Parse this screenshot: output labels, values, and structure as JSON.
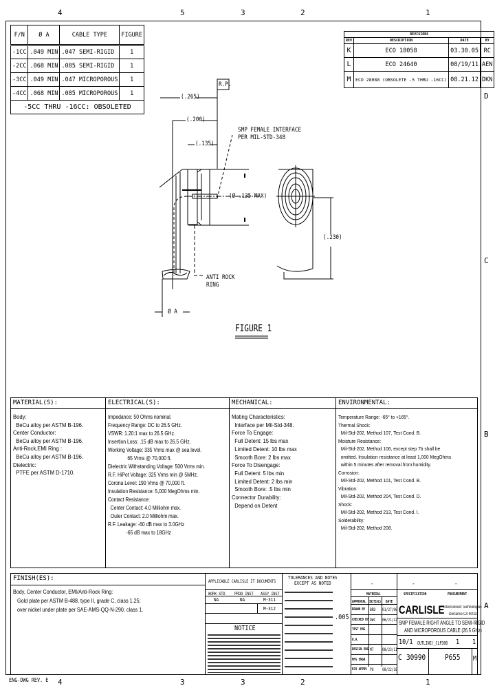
{
  "zones": {
    "top": [
      "4",
      "5",
      "3",
      "2",
      "1"
    ],
    "bottom": [
      "4",
      "3",
      "3",
      "2",
      "1"
    ],
    "right": [
      "D",
      "C",
      "B",
      "A"
    ]
  },
  "fn_table": {
    "headers": [
      "F/N",
      "Ø A",
      "CABLE TYPE",
      "FIGURE"
    ],
    "rows": [
      [
        "-1CC",
        ".049 MIN",
        ".047 SEMI-RIGID",
        "1"
      ],
      [
        "-2CC",
        ".068 MIN",
        ".085 SEMI-RIGID",
        "1"
      ],
      [
        "-3CC",
        ".049 MIN",
        ".047 MICROPOROUS",
        "1"
      ],
      [
        "-4CC",
        ".068 MIN",
        ".085 MICROPOROUS",
        "1"
      ]
    ],
    "footer": "-5CC THRU -16CC: OBSOLETED"
  },
  "revisions": {
    "title": "REVISIONS",
    "headers": [
      "REV",
      "DESCRIPTION",
      "DATE",
      "BY"
    ],
    "rows": [
      [
        "K",
        "ECO 18058",
        "03.30.05",
        "RC"
      ],
      [
        "L",
        "ECO 24640",
        "08/19/11",
        "AEN"
      ],
      [
        "M",
        "ECO 28088 (OBSOLETE -5 THRU -16CC)",
        "08.21.12",
        "DKN"
      ]
    ]
  },
  "figure": {
    "rp": "R.P.",
    "dim1": "(.265)",
    "dim2": "(.200)",
    "dim3": "(.135)",
    "interface": "SMP FEMALE INTERFACE\nPER MIL-STD-348",
    "dia_max": "(Ø .135 MAX)",
    "dim4": "(.230)",
    "anti_rock": "ANTI ROCK\nRING",
    "dia_a": "Ø A",
    "caption": "FIGURE 1"
  },
  "specs": {
    "material": {
      "title": "MATERIAL(S):",
      "body": "Body:\n  BeCu alloy per ASTM B-196.\nCenter Conductor:\n  BeCu alloy per ASTM B-196.\nAnti-Rock,EMI Ring :\n  BeCu alloy per ASTM B-196.\nDielectric:\n  PTFE per ASTM D-1710."
    },
    "electrical": {
      "title": "ELECTRICAL(S):",
      "body": "Impedance: 50 Ohms nominal.\nFrequency Range: DC to 26.5 GHz.\nVSWR: 1.20:1 max to 26.5 GHz.\nInsertion Loss: .15 dB max to 26.5 GHz.\nWorking Voltage: 335 Vrms max @ sea level.\n               65 Vrms @ 70,000 ft.\nDielectric Withstanding Voltage: 500 Vrms min.\nR.F. HiPot Voltage: 325 Vrms min @ 5MHz.\nCorona Level: 190 Vrms @ 70,000 ft.\nInsulation Resistance: 5,000 MegOhms min.\nContact Resistance:\n  Center Contact: 4.0 Milliohm max.\n  Outer Contact: 2.0 Milliohm max.\nR.F. Leakage: -60 dB max to 3.0GHz\n              -65 dB max to 18GHz"
    },
    "mechanical": {
      "title": "MECHANICAL:",
      "body": "Mating Characteristics:\n  Interface per Mil-Std-348.\nForce To Engage:\n  Full Detent: 15 lbs max\n  Limited Detent: 10 lbs max\n  Smooth Bore: 2 lbs max\nForce To Disengage:\n  Full Detent: 5 lbs min\n  Limited Detent: 2 lbs min\n  Smooth Bore: .5 lbs min\nConnector Durability:\n  Depend on Detent"
    },
    "environmental": {
      "title": "ENVIRONMENTAL:",
      "body": "Temperature Range: -65° to +165°.\nThermal Shock:\n  Mil-Std-202, Method 107, Test Cond. B.\nMoisture Resistance:\n  Mil-Std-202, Method 106, except step 7b shall be\n  omitted. Insulation resistance at least 1,000 MegOhms\n  within 5 minutes after removal from humidity.\nCorrosion:\n  Mil-Std-202, Method 101, Test Cond. B.\nVibration:\n  Mil-Std-202, Method 204, Test Cond. D.\nShock:\n  Mil-Std-202, Method 213, Test Cond. I.\nSolderability:\n  Mil-Std-202, Method 208."
    }
  },
  "finish": {
    "title": "FINISH(ES):",
    "body": "Body, Center Conductor, EMI/Anti-Rock Ring:\n   Gold plate per ASTM B-488, type II, grade C, class 1.25;\n   over nickel under plate per SAE-AMS-QQ-N-290, class 1."
  },
  "applicable_docs": {
    "title": "APPLICABLE CARLISLE IT DOCUMENTS",
    "headers": [
      "WORK STD",
      "PROD INST",
      "ASSY INST"
    ],
    "row1": [
      "NA",
      "NA",
      "M-311"
    ],
    "row2": [
      "",
      "",
      "M-312"
    ],
    "notice_title": "NOTICE"
  },
  "tolerances": {
    "title": "TOLERANCES AND NOTES\nEXCEPT AS NOTED",
    "value": ".005"
  },
  "title_block": {
    "mtrl": "MATERIAL",
    "spec": "SPECIFICATION",
    "procure": "PROCUREMENT",
    "dash": "-",
    "approvals_head": [
      "APPROVAL",
      "INITIALS",
      "DATE"
    ],
    "approvals": [
      [
        "DRAWN BY",
        "BRD",
        "01/27/96"
      ],
      [
        "CHECKED BY",
        "DWC",
        "06/21/12"
      ],
      [
        "TEST ENG",
        "",
        ""
      ],
      [
        "Q.A.",
        "",
        ""
      ],
      [
        "DESIGN ENG",
        "MT",
        "08/23/11"
      ],
      [
        "MFG ENGR",
        "",
        ""
      ],
      [
        "ECO APPRV",
        "PO",
        "08/22/18"
      ]
    ],
    "company": "CARLISLE",
    "division": "Interconnect Technologies",
    "location": "Dorrance CA 90023",
    "title_line1": "SMP FEMALE RIGHT ANGLE TO SEMI-RIGID",
    "title_line2": "AND MICROPOROUS CABLE (26.5 GHz)",
    "scale": "10/1",
    "cad_file": "OUTLINE/_CLP300",
    "sheet": "1",
    "of": "1",
    "size": "C",
    "cage": "30990",
    "drawing_no": "P655",
    "rev": "M"
  },
  "footer": "ENG-DWG REV. E"
}
